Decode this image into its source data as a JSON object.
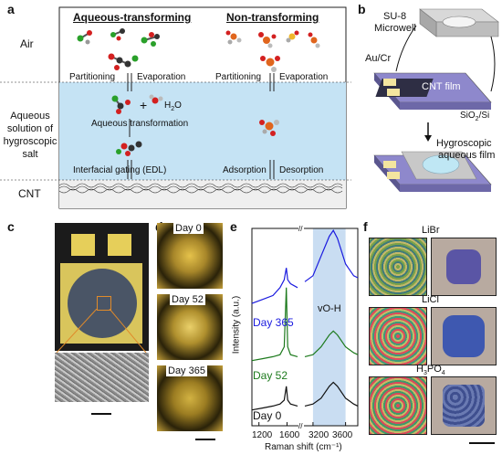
{
  "panel_labels": {
    "a": "a",
    "b": "b",
    "c": "c",
    "d": "d",
    "e": "e",
    "f": "f"
  },
  "panel_a": {
    "layer_air": "Air",
    "layer_solution": "Aqueous\nsolution of\nhygroscopic\nsalt",
    "layer_cnt": "CNT",
    "col_left_title": "Aqueous-transforming",
    "col_right_title": "Non-transforming",
    "partitioning_left": "Partitioning",
    "evaporation_left": "Evaporation",
    "partitioning_right": "Partitioning",
    "evaporation_right": "Evaporation",
    "water_label": "H2O",
    "aqueous_transformation": "Aqueous transformation",
    "interfacial_gating": "Interfacial gating (EDL)",
    "adsorption": "Adsorption",
    "desorption": "Desorption",
    "colors": {
      "air": "#ffffff",
      "solution": "#bfe0f3",
      "cnt": "#e8e8e8"
    }
  },
  "panel_b": {
    "su8_label": "SU-8",
    "microwell_label": "Microwell",
    "aucr_label": "Au/Cr",
    "cnt_film_label": "CNT film",
    "substrate_label": "SiO2/Si",
    "hygroscopic_label": "Hygroscopic",
    "aqueous_film_label": "aqueous film",
    "colors": {
      "substrate": "#8a86c8",
      "gold": "#f0e29a",
      "dark": "#3b3b55"
    }
  },
  "panel_d": {
    "days": [
      "Day 0",
      "Day 52",
      "Day 365"
    ]
  },
  "panel_e": {
    "ylabel": "Intensity (a.u.)",
    "xlabel": "Raman shift (cm⁻¹)",
    "xticks": [
      "1200",
      "1600",
      "3200",
      "3600"
    ],
    "band_label": "vO-H",
    "series": [
      {
        "name": "Day 365",
        "color": "#1a1adf"
      },
      {
        "name": "Day 52",
        "color": "#1d7a1d"
      },
      {
        "name": "Day 0",
        "color": "#111111"
      }
    ]
  },
  "chart_data": {
    "type": "line",
    "xlabel": "Raman shift (cm⁻¹)",
    "ylabel": "Intensity (a.u.)",
    "xlim_left": [
      1100,
      1750
    ],
    "xlim_right": [
      3100,
      3750
    ],
    "x_ticks": [
      1200,
      1600,
      3200,
      3600
    ],
    "highlight_band": [
      3200,
      3600
    ],
    "highlight_label": "vO-H",
    "series": [
      {
        "name": "Day 365",
        "x": [
          1100,
          1250,
          1400,
          1500,
          1560,
          1590,
          1610,
          1650,
          1750,
          3100,
          3200,
          3300,
          3400,
          3450,
          3500,
          3600,
          3700,
          3750
        ],
        "y": [
          0.62,
          0.64,
          0.66,
          0.7,
          0.74,
          0.8,
          0.74,
          0.72,
          0.7,
          0.73,
          0.76,
          0.86,
          0.96,
          0.99,
          0.95,
          0.82,
          0.76,
          0.75
        ]
      },
      {
        "name": "Day 52",
        "x": [
          1100,
          1250,
          1400,
          1500,
          1560,
          1590,
          1610,
          1650,
          1750,
          3100,
          3200,
          3300,
          3400,
          3450,
          3500,
          3600,
          3700,
          3750
        ],
        "y": [
          0.33,
          0.34,
          0.35,
          0.36,
          0.4,
          0.7,
          0.4,
          0.36,
          0.35,
          0.35,
          0.36,
          0.4,
          0.46,
          0.48,
          0.46,
          0.4,
          0.37,
          0.36
        ]
      },
      {
        "name": "Day 0",
        "x": [
          1100,
          1250,
          1400,
          1500,
          1560,
          1590,
          1610,
          1650,
          1750,
          3100,
          3200,
          3300,
          3400,
          3450,
          3500,
          3600,
          3700,
          3750
        ],
        "y": [
          0.08,
          0.09,
          0.1,
          0.11,
          0.13,
          0.2,
          0.13,
          0.11,
          0.1,
          0.1,
          0.11,
          0.14,
          0.2,
          0.22,
          0.2,
          0.14,
          0.11,
          0.1
        ]
      }
    ]
  },
  "panel_f": {
    "salts": [
      "LiBr",
      "LiCl",
      "H3PO4"
    ]
  }
}
